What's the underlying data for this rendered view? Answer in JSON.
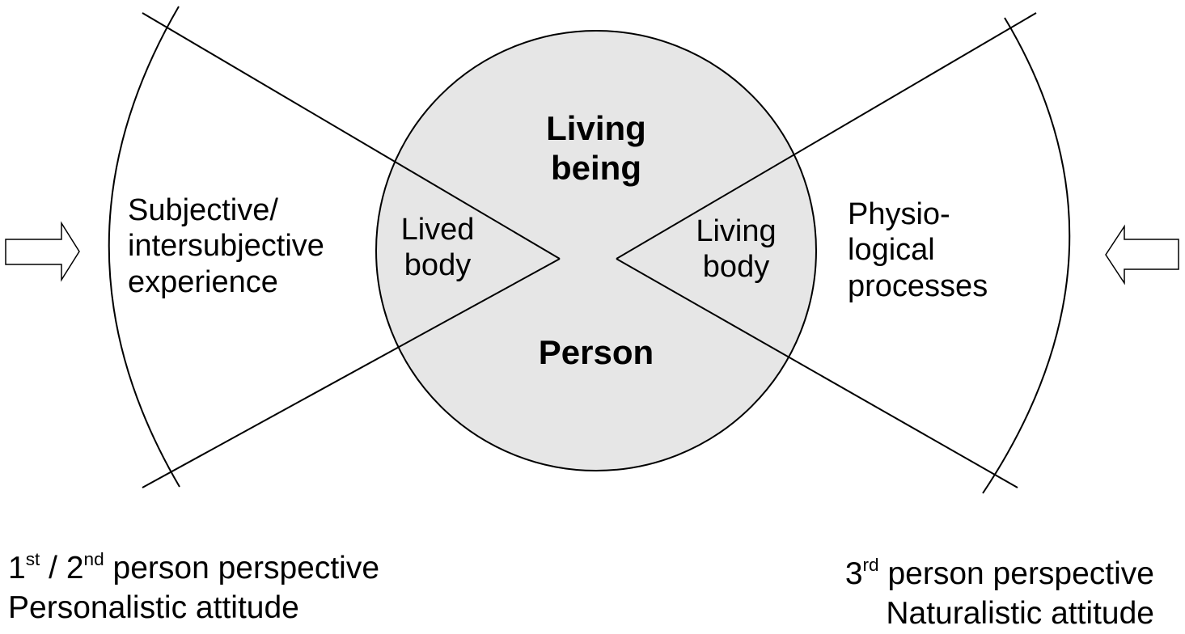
{
  "diagram": {
    "center": {
      "top_label_line1": "Living",
      "top_label_line2": "being",
      "bottom_label": "Person"
    },
    "left": {
      "inner_line1": "Lived",
      "inner_line2": "body",
      "outer_line1": "Subjective/",
      "outer_line2": "intersubjective",
      "outer_line3": "experience",
      "perspective": {
        "num1": "1",
        "sup1": "st",
        "sep": " / ",
        "num2": "2",
        "sup2": "nd",
        "rest": " person perspective",
        "attitude": "Personalistic attitude"
      }
    },
    "right": {
      "inner_line1": "Living",
      "inner_line2": "body",
      "outer_line1": "Physio-",
      "outer_line2": "logical",
      "outer_line3": "processes",
      "perspective": {
        "num": "3",
        "sup": "rd",
        "rest": " person perspective",
        "attitude": "Naturalistic attitude"
      }
    },
    "colors": {
      "circle_fill": "#e6e6e6",
      "stroke": "#000000",
      "background": "#ffffff"
    }
  }
}
